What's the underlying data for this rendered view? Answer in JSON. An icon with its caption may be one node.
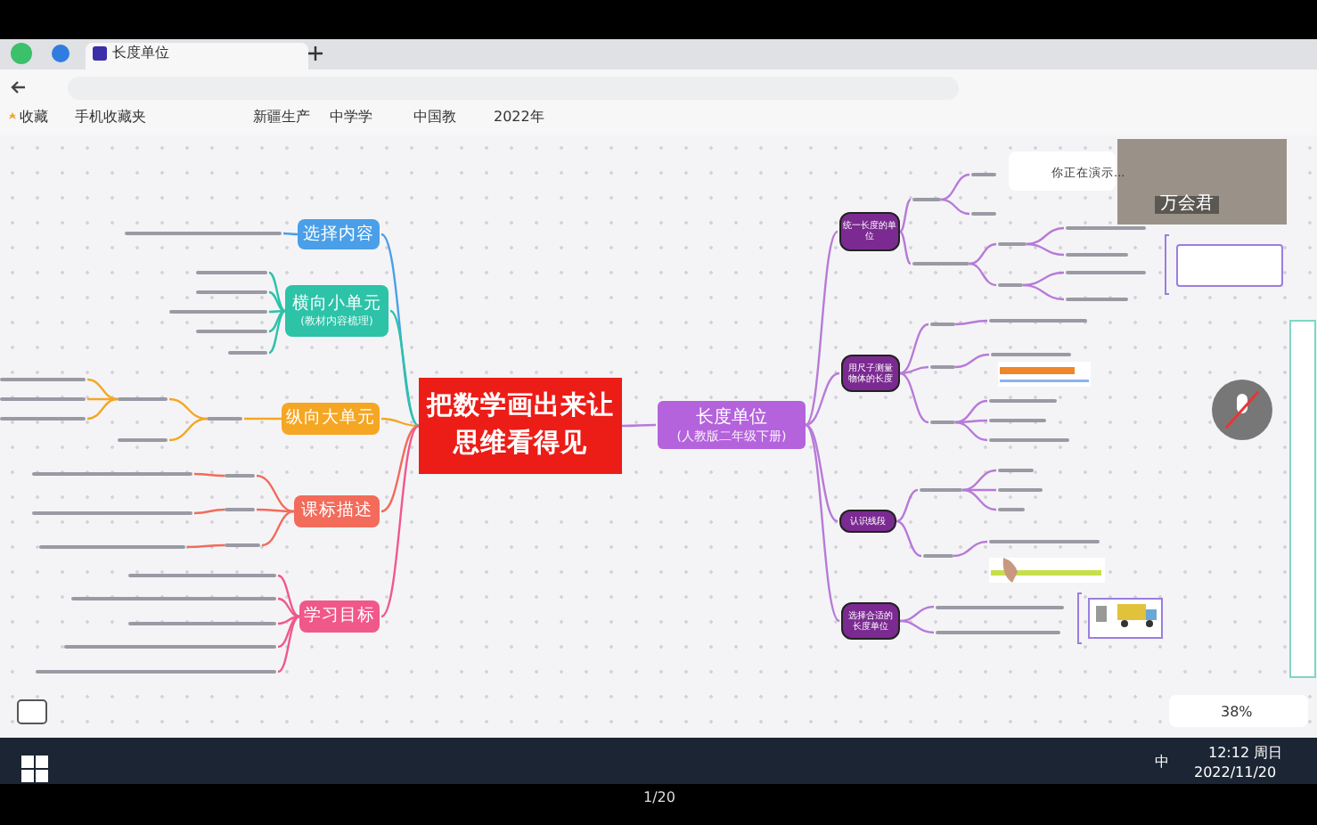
{
  "diagram": {
    "nodes": [
      {
        "text": [
          "把数学画出来让思维看得见"
        ]
      },
      {
        "text": [
          "选择内容"
        ]
      },
      {
        "text": [
          "横向小单元",
          "(教材内容梳理)"
        ]
      },
      {
        "text": [
          "纵向大单元"
        ]
      },
      {
        "text": [
          "课标描述"
        ]
      },
      {
        "text": [
          "学习目标"
        ]
      },
      {
        "text": [
          "长度单位",
          "(人教版二年级下册)"
        ]
      },
      {
        "text": [
          "统一长度的单位"
        ]
      },
      {
        "text": [
          "用尺子测量物体的长度"
        ]
      },
      {
        "text": [
          "认识线段"
        ]
      },
      {
        "text": [
          "选择合适的长度单位"
        ]
      },
      {
        "text": [],
        "shape": "bar"
      },
      {
        "text": [],
        "shape": "bar"
      },
      {
        "text": [],
        "shape": "bar"
      },
      {
        "text": [],
        "shape": "bar"
      },
      {
        "text": [],
        "shape": "bar"
      },
      {
        "text": [],
        "shape": "bar"
      },
      {
        "text": [],
        "shape": "bar"
      },
      {
        "text": [],
        "shape": "bar"
      },
      {
        "text": [],
        "shape": "bar"
      },
      {
        "text": [],
        "shape": "bar"
      },
      {
        "text": [],
        "shape": "bar"
      },
      {
        "text": [],
        "shape": "bar"
      },
      {
        "text": [],
        "shape": "bar"
      },
      {
        "text": [],
        "shape": "bar"
      },
      {
        "text": [],
        "shape": "bar"
      },
      {
        "text": [],
        "shape": "bar"
      },
      {
        "text": [],
        "shape": "bar"
      },
      {
        "text": [],
        "shape": "bar"
      },
      {
        "text": [],
        "shape": "bar"
      },
      {
        "text": [],
        "shape": "bar"
      },
      {
        "text": [],
        "shape": "bar"
      },
      {
        "text": [],
        "shape": "bar"
      },
      {
        "text": [],
        "shape": "bar"
      },
      {
        "text": [],
        "shape": "bar"
      },
      {
        "text": [],
        "shape": "bar"
      },
      {
        "text": [],
        "shape": "bar"
      },
      {
        "text": [],
        "shape": "bar"
      },
      {
        "text": [],
        "shape": "bar"
      },
      {
        "text": [],
        "shape": "bar"
      },
      {
        "text": [],
        "shape": "bar"
      },
      {
        "text": [],
        "shape": "bar"
      },
      {
        "text": [],
        "shape": "bar"
      },
      {
        "text": [],
        "shape": "bar"
      },
      {
        "text": [],
        "shape": "box"
      },
      {
        "text": [],
        "shape": "bar"
      },
      {
        "text": [],
        "shape": "bar"
      },
      {
        "text": [],
        "shape": "bar"
      },
      {
        "text": [],
        "shape": "bar"
      },
      {
        "text": [],
        "shape": "bar"
      },
      {
        "text": [],
        "shape": "bar"
      },
      {
        "text": [],
        "shape": "bar"
      },
      {
        "text": [],
        "shape": "bar"
      },
      {
        "text": [],
        "shape": "bar"
      },
      {
        "text": [],
        "shape": "bar"
      },
      {
        "text": [],
        "shape": "bar"
      },
      {
        "text": [],
        "shape": "bar"
      },
      {
        "text": [],
        "shape": "bar"
      },
      {
        "text": [],
        "shape": "bar"
      },
      {
        "text": [],
        "shape": "bar"
      },
      {
        "text": [],
        "shape": "bar"
      }
    ],
    "edges": [
      {
        "from": 0,
        "to": 1,
        "arrow": "none",
        "color": "#4a9fe8"
      },
      {
        "from": 0,
        "to": 2,
        "arrow": "none",
        "color": "#2cc3a8"
      },
      {
        "from": 0,
        "to": 3,
        "arrow": "none",
        "color": "#f5a623"
      },
      {
        "from": 0,
        "to": 4,
        "arrow": "none",
        "color": "#f26b5b"
      },
      {
        "from": 0,
        "to": 5,
        "arrow": "none",
        "color": "#f0588a"
      },
      {
        "from": 0,
        "to": 6,
        "arrow": "none"
      },
      {
        "from": 6,
        "to": 7,
        "arrow": "none"
      },
      {
        "from": 6,
        "to": 8,
        "arrow": "none"
      },
      {
        "from": 6,
        "to": 9,
        "arrow": "none"
      },
      {
        "from": 6,
        "to": 10,
        "arrow": "none"
      },
      {
        "from": 1,
        "to": 11,
        "arrow": "none",
        "color": "#4a9fe8"
      },
      {
        "from": 2,
        "to": 12,
        "arrow": "none",
        "color": "#2cc3a8"
      },
      {
        "from": 2,
        "to": 13,
        "arrow": "none",
        "color": "#2cc3a8"
      },
      {
        "from": 2,
        "to": 14,
        "arrow": "none",
        "color": "#2cc3a8"
      },
      {
        "from": 2,
        "to": 15,
        "arrow": "none",
        "color": "#2cc3a8"
      },
      {
        "from": 2,
        "to": 16,
        "arrow": "none",
        "color": "#2cc3a8"
      },
      {
        "from": 3,
        "to": 17,
        "arrow": "none",
        "color": "#f5a623"
      },
      {
        "from": 17,
        "to": 18,
        "arrow": "none",
        "color": "#f5a623"
      },
      {
        "from": 17,
        "to": 19,
        "arrow": "none",
        "color": "#f5a623"
      },
      {
        "from": 18,
        "to": 20,
        "arrow": "none",
        "color": "#f5a623"
      },
      {
        "from": 18,
        "to": 21,
        "arrow": "none",
        "color": "#f5a623"
      },
      {
        "from": 18,
        "to": 22,
        "arrow": "none",
        "color": "#f5a623"
      },
      {
        "from": 4,
        "to": 23,
        "arrow": "none",
        "color": "#f26b5b"
      },
      {
        "from": 4,
        "to": 24,
        "arrow": "none",
        "color": "#f26b5b"
      },
      {
        "from": 4,
        "to": 25,
        "arrow": "none",
        "color": "#f26b5b"
      },
      {
        "from": 23,
        "to": 26,
        "arrow": "none",
        "color": "#f26b5b"
      },
      {
        "from": 24,
        "to": 27,
        "arrow": "none",
        "color": "#f26b5b"
      },
      {
        "from": 25,
        "to": 28,
        "arrow": "none",
        "color": "#f26b5b"
      },
      {
        "from": 5,
        "to": 29,
        "arrow": "none",
        "color": "#f0588a"
      },
      {
        "from": 5,
        "to": 30,
        "arrow": "none",
        "color": "#f0588a"
      },
      {
        "from": 5,
        "to": 31,
        "arrow": "none",
        "color": "#f0588a"
      },
      {
        "from": 5,
        "to": 32,
        "arrow": "none",
        "color": "#f0588a"
      },
      {
        "from": 5,
        "to": 33,
        "arrow": "none",
        "color": "#f0588a"
      },
      {
        "from": 7,
        "to": 34,
        "arrow": "none"
      },
      {
        "from": 34,
        "to": 35,
        "arrow": "none"
      },
      {
        "from": 34,
        "to": 36,
        "arrow": "none"
      },
      {
        "from": 7,
        "to": 37,
        "arrow": "none"
      },
      {
        "from": 37,
        "to": 38,
        "arrow": "none"
      },
      {
        "from": 37,
        "to": 39,
        "arrow": "none"
      },
      {
        "from": 38,
        "to": 40,
        "arrow": "none"
      },
      {
        "from": 38,
        "to": 41,
        "arrow": "none"
      },
      {
        "from": 39,
        "to": 42,
        "arrow": "none"
      },
      {
        "from": 39,
        "to": 43,
        "arrow": "none"
      },
      {
        "from": 8,
        "to": 45,
        "arrow": "none"
      },
      {
        "from": 45,
        "to": 46,
        "arrow": "none"
      },
      {
        "from": 8,
        "to": 47,
        "arrow": "none"
      },
      {
        "from": 47,
        "to": 48,
        "arrow": "none"
      },
      {
        "from": 8,
        "to": 49,
        "arrow": "none"
      },
      {
        "from": 49,
        "to": 50,
        "arrow": "none"
      },
      {
        "from": 49,
        "to": 51,
        "arrow": "none"
      },
      {
        "from": 49,
        "to": 52,
        "arrow": "none"
      },
      {
        "from": 9,
        "to": 53,
        "arrow": "none"
      },
      {
        "from": 53,
        "to": 54,
        "arrow": "none"
      },
      {
        "from": 53,
        "to": 55,
        "arrow": "none"
      },
      {
        "from": 53,
        "to": 56,
        "arrow": "none"
      },
      {
        "from": 9,
        "to": 57,
        "arrow": "none"
      },
      {
        "from": 57,
        "to": 58,
        "arrow": "none"
      },
      {
        "from": 10,
        "to": 59,
        "arrow": "none"
      },
      {
        "from": 10,
        "to": 60,
        "arrow": "none"
      }
    ],
    "labels": [
      "长度单位",
      "收藏",
      "手机收藏夹",
      "新疆生产",
      "中学学",
      "中国教",
      "2022年",
      "你正在演示...",
      "万会君",
      "38%",
      "中",
      "12:12 周日",
      "2022/11/20",
      "1/20"
    ]
  }
}
